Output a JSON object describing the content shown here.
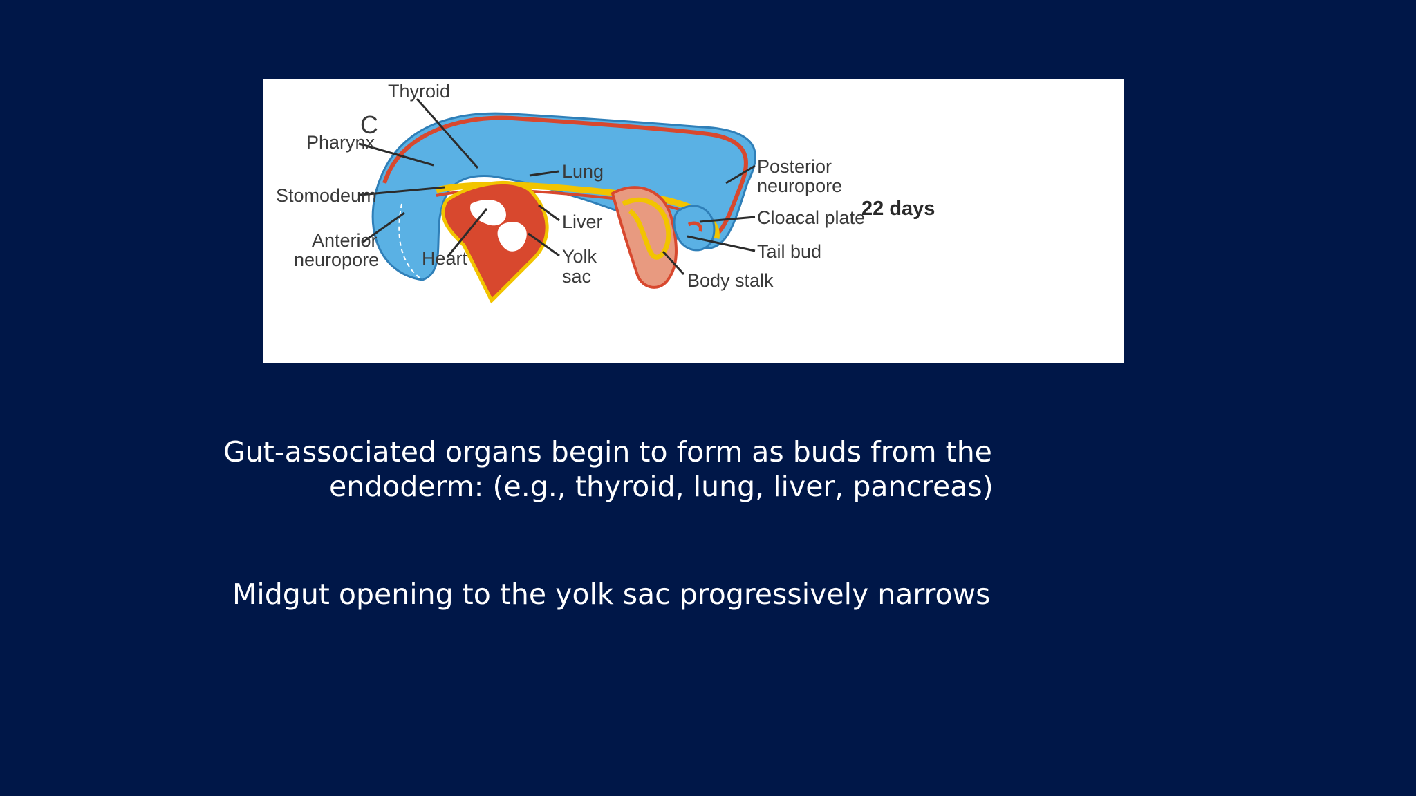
{
  "figure": {
    "panel_letter": "C",
    "age": "22 days",
    "labels": {
      "thyroid": "Thyroid",
      "pharynx": "Pharynx",
      "stomodeum": "Stomodeum",
      "anterior_neuropore_1": "Anterior",
      "anterior_neuropore_2": "neuropore",
      "heart": "Heart",
      "lung": "Lung",
      "liver": "Liver",
      "yolk_sac_1": "Yolk",
      "yolk_sac_2": "sac",
      "posterior_neuropore_1": "Posterior",
      "posterior_neuropore_2": "neuropore",
      "cloacal_plate": "Cloacal plate",
      "tail_bud": "Tail bud",
      "body_stalk": "Body stalk"
    },
    "colors": {
      "ectoderm": "#5ab1e4",
      "ectoderm_edge": "#2f7fb8",
      "mesoderm": "#d8482e",
      "endoderm": "#f2c400",
      "body_stalk": "#e89a80"
    }
  },
  "text": {
    "line1": "Gut-associated organs begin to form as buds from the",
    "line2": "endoderm:  (e.g., thyroid, lung, liver, pancreas)",
    "line3": "Midgut opening to the yolk sac progressively narrows"
  }
}
